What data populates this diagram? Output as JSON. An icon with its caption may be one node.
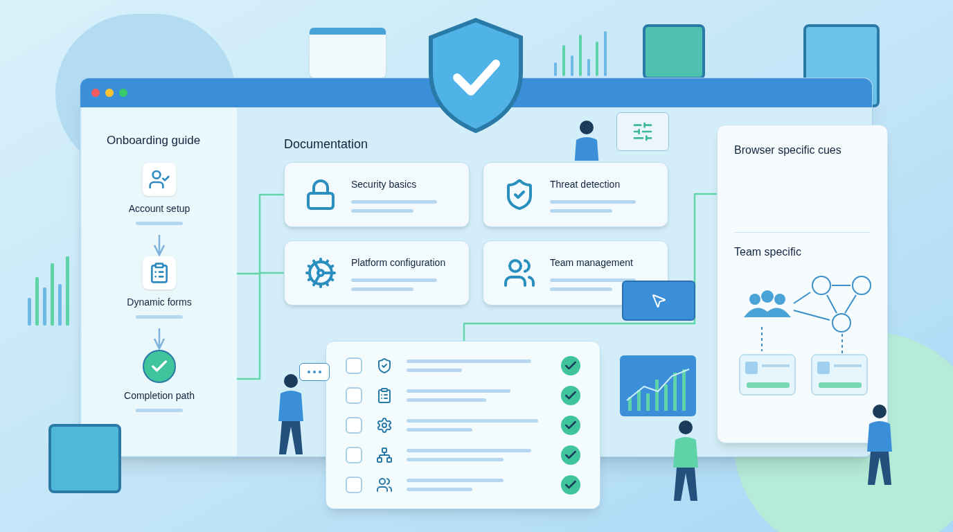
{
  "diagram": {
    "nodes": [
      {
        "text": [
          "Onboarding guide"
        ]
      },
      {
        "text": [
          "Account setup"
        ],
        "in": 0
      },
      {
        "text": [
          "Dynamic forms"
        ],
        "in": 0
      },
      {
        "text": [
          "Completion path"
        ],
        "in": 0
      },
      {
        "text": [
          "Security basics"
        ]
      },
      {
        "text": [
          "Threat detection"
        ]
      },
      {
        "text": [
          "Platform configuration"
        ]
      },
      {
        "text": [
          "Team management"
        ]
      },
      {
        "text": [],
        "shape": "box"
      },
      {
        "text": [
          "Browser specific cues",
          "Team specific"
        ]
      }
    ],
    "edges": [
      {
        "from": 1,
        "to": 2,
        "arrow": "to",
        "color": "#7fb3dc"
      },
      {
        "from": 2,
        "to": 3,
        "arrow": "to",
        "color": "#7fb3dc"
      },
      {
        "from": 0,
        "to": 4,
        "arrow": "none"
      },
      {
        "from": 0,
        "to": 6,
        "arrow": "none"
      },
      {
        "from": 8,
        "to": 9,
        "arrow": "none"
      }
    ],
    "labels": [
      "Documentation"
    ]
  }
}
